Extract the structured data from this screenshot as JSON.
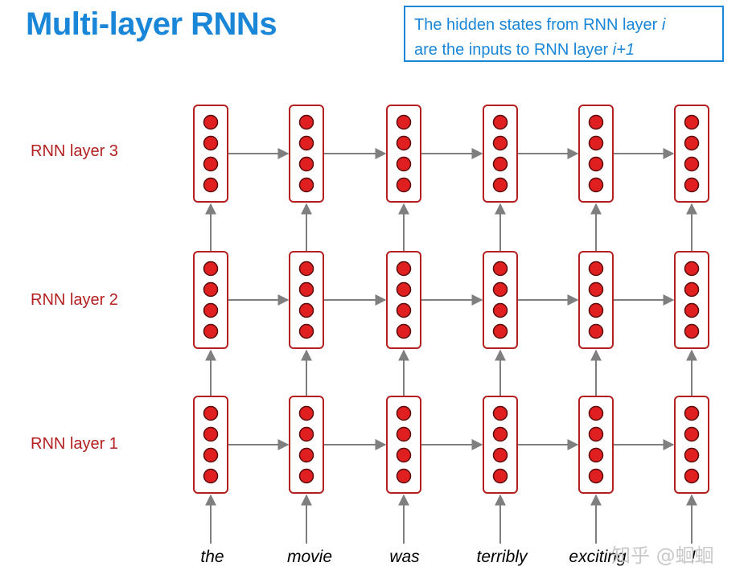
{
  "title": "Multi-layer RNNs",
  "callout": {
    "line1_prefix": "The hidden states from RNN layer ",
    "line1_var": "i",
    "line2_prefix": "are the inputs to RNN layer ",
    "line2_var": "i+1"
  },
  "layers": [
    "RNN layer 3",
    "RNN layer 2",
    "RNN layer 1"
  ],
  "words": [
    "the",
    "movie",
    "was",
    "terribly",
    "exciting",
    "!"
  ],
  "units_per_cell": 4,
  "colors": {
    "title": "#1a86d8",
    "layer_label": "#b41f1f",
    "cell_border": "#b41f1f",
    "unit_fill": "#e02020",
    "arrow": "#7f7f7f"
  },
  "watermark": "知乎 @蛔蛔"
}
